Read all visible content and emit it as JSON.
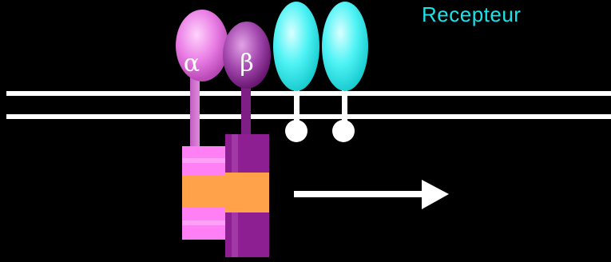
{
  "title": "Recepteur",
  "labels": {
    "alpha": "α",
    "beta": "β"
  },
  "colors": {
    "background": "#000000",
    "membrane": "#ffffff",
    "alpha_light": "#ff8bf2",
    "alpha_mid": "#e060dc",
    "beta_dark": "#8a1a8e",
    "beta_mid": "#b052b4",
    "orange": "#ffa24a",
    "cyan": "#27f0f2",
    "text_cyan": "#19e3e8"
  },
  "icons": {
    "arrow": "right-arrow-icon"
  }
}
